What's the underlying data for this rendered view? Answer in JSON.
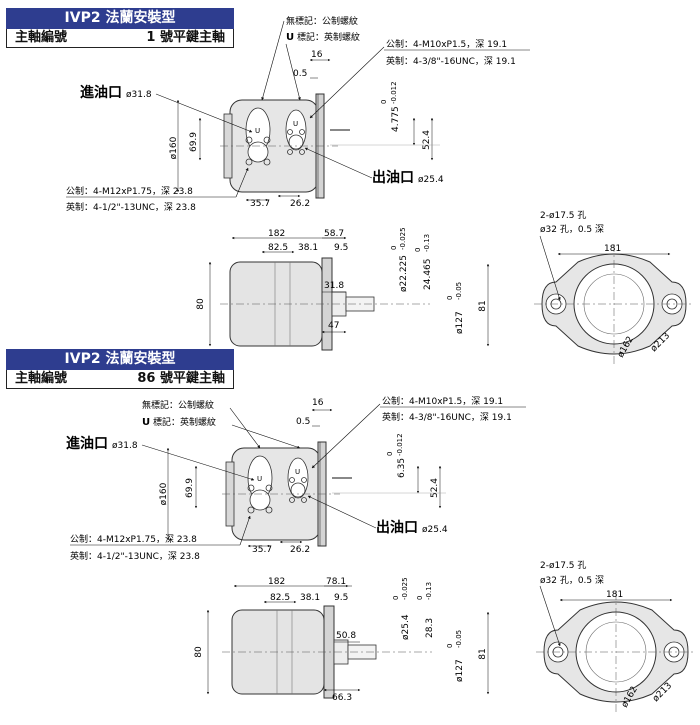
{
  "sections": [
    {
      "header": {
        "title": "IVP2 法蘭安裝型",
        "shaft_label": "主軸編號",
        "shaft_value": "1 號平鍵主軸"
      },
      "notes": {
        "no_mark": "無標記：公制螺紋",
        "u_mark": "U",
        "u_mark_text": "標記：英制螺紋",
        "outlet_metric": "公制：4-M10xP1.5，深 19.1",
        "outlet_imperial": "英制：4-3/8\"-16UNC，深 19.1",
        "inlet_metric": "公制：4-M12xP1.75，深 23.8",
        "inlet_imperial": "英制：4-1/2\"-13UNC，深 23.8"
      },
      "ports": {
        "inlet_label": "進油口",
        "inlet_size": "ø31.8",
        "outlet_label": "出油口",
        "outlet_size": "ø25.4"
      },
      "front_dims": {
        "d16": "16",
        "d05": "0.5",
        "d160": "ø160",
        "d699": "69.9",
        "d357": "35.7",
        "d262": "26.2",
        "key": "4.775",
        "key_tol_up": "0",
        "key_tol_lo": "-0.012",
        "d524": "52.4"
      },
      "side_dims": {
        "d182": "182",
        "d587": "58.7",
        "d825": "82.5",
        "d381": "38.1",
        "d95": "9.5",
        "d80": "80",
        "d318": "31.8",
        "d47": "47",
        "dia1": "ø22.225",
        "dia1_tol_up": "0",
        "dia1_tol_lo": "-0.025",
        "dia2": "24.465",
        "dia2_tol_up": "0",
        "dia2_tol_lo": "-0.13",
        "dia3": "ø127",
        "dia3_tol_up": "0",
        "dia3_tol_lo": "-0.05",
        "d81": "81"
      },
      "flange": {
        "holes": "2-ø17.5 孔",
        "counterbore": "ø32 孔，0.5 深",
        "d181": "181",
        "d162": "ø162",
        "d213": "ø213"
      }
    },
    {
      "header": {
        "title": "IVP2 法蘭安裝型",
        "shaft_label": "主軸編號",
        "shaft_value": "86 號平鍵主軸"
      },
      "notes": {
        "no_mark": "無標記：公制螺紋",
        "u_mark": "U",
        "u_mark_text": "標記：英制螺紋",
        "outlet_metric": "公制：4-M10xP1.5，深 19.1",
        "outlet_imperial": "英制：4-3/8\"-16UNC，深 19.1",
        "inlet_metric": "公制：4-M12xP1.75，深 23.8",
        "inlet_imperial": "英制：4-1/2\"-13UNC，深 23.8"
      },
      "ports": {
        "inlet_label": "進油口",
        "inlet_size": "ø31.8",
        "outlet_label": "出油口",
        "outlet_size": "ø25.4"
      },
      "front_dims": {
        "d16": "16",
        "d05": "0.5",
        "d160": "ø160",
        "d699": "69.9",
        "d357": "35.7",
        "d262": "26.2",
        "key": "6.35",
        "key_tol_up": "0",
        "key_tol_lo": "-0.012",
        "d524": "52.4"
      },
      "side_dims": {
        "d182": "182",
        "d587": "78.1",
        "d825": "82.5",
        "d381": "38.1",
        "d95": "9.5",
        "d80": "80",
        "d318": "50.8",
        "d47": "66.3",
        "dia1": "ø25.4",
        "dia1_tol_up": "0",
        "dia1_tol_lo": "-0.025",
        "dia2": "28.3",
        "dia2_tol_up": "0",
        "dia2_tol_lo": "-0.13",
        "dia3": "ø127",
        "dia3_tol_up": "0",
        "dia3_tol_lo": "-0.05",
        "d81": "81"
      },
      "flange": {
        "holes": "2-ø17.5 孔",
        "counterbore": "ø32 孔，0.5 深",
        "d181": "181",
        "d162": "ø162",
        "d213": "ø213"
      }
    }
  ]
}
